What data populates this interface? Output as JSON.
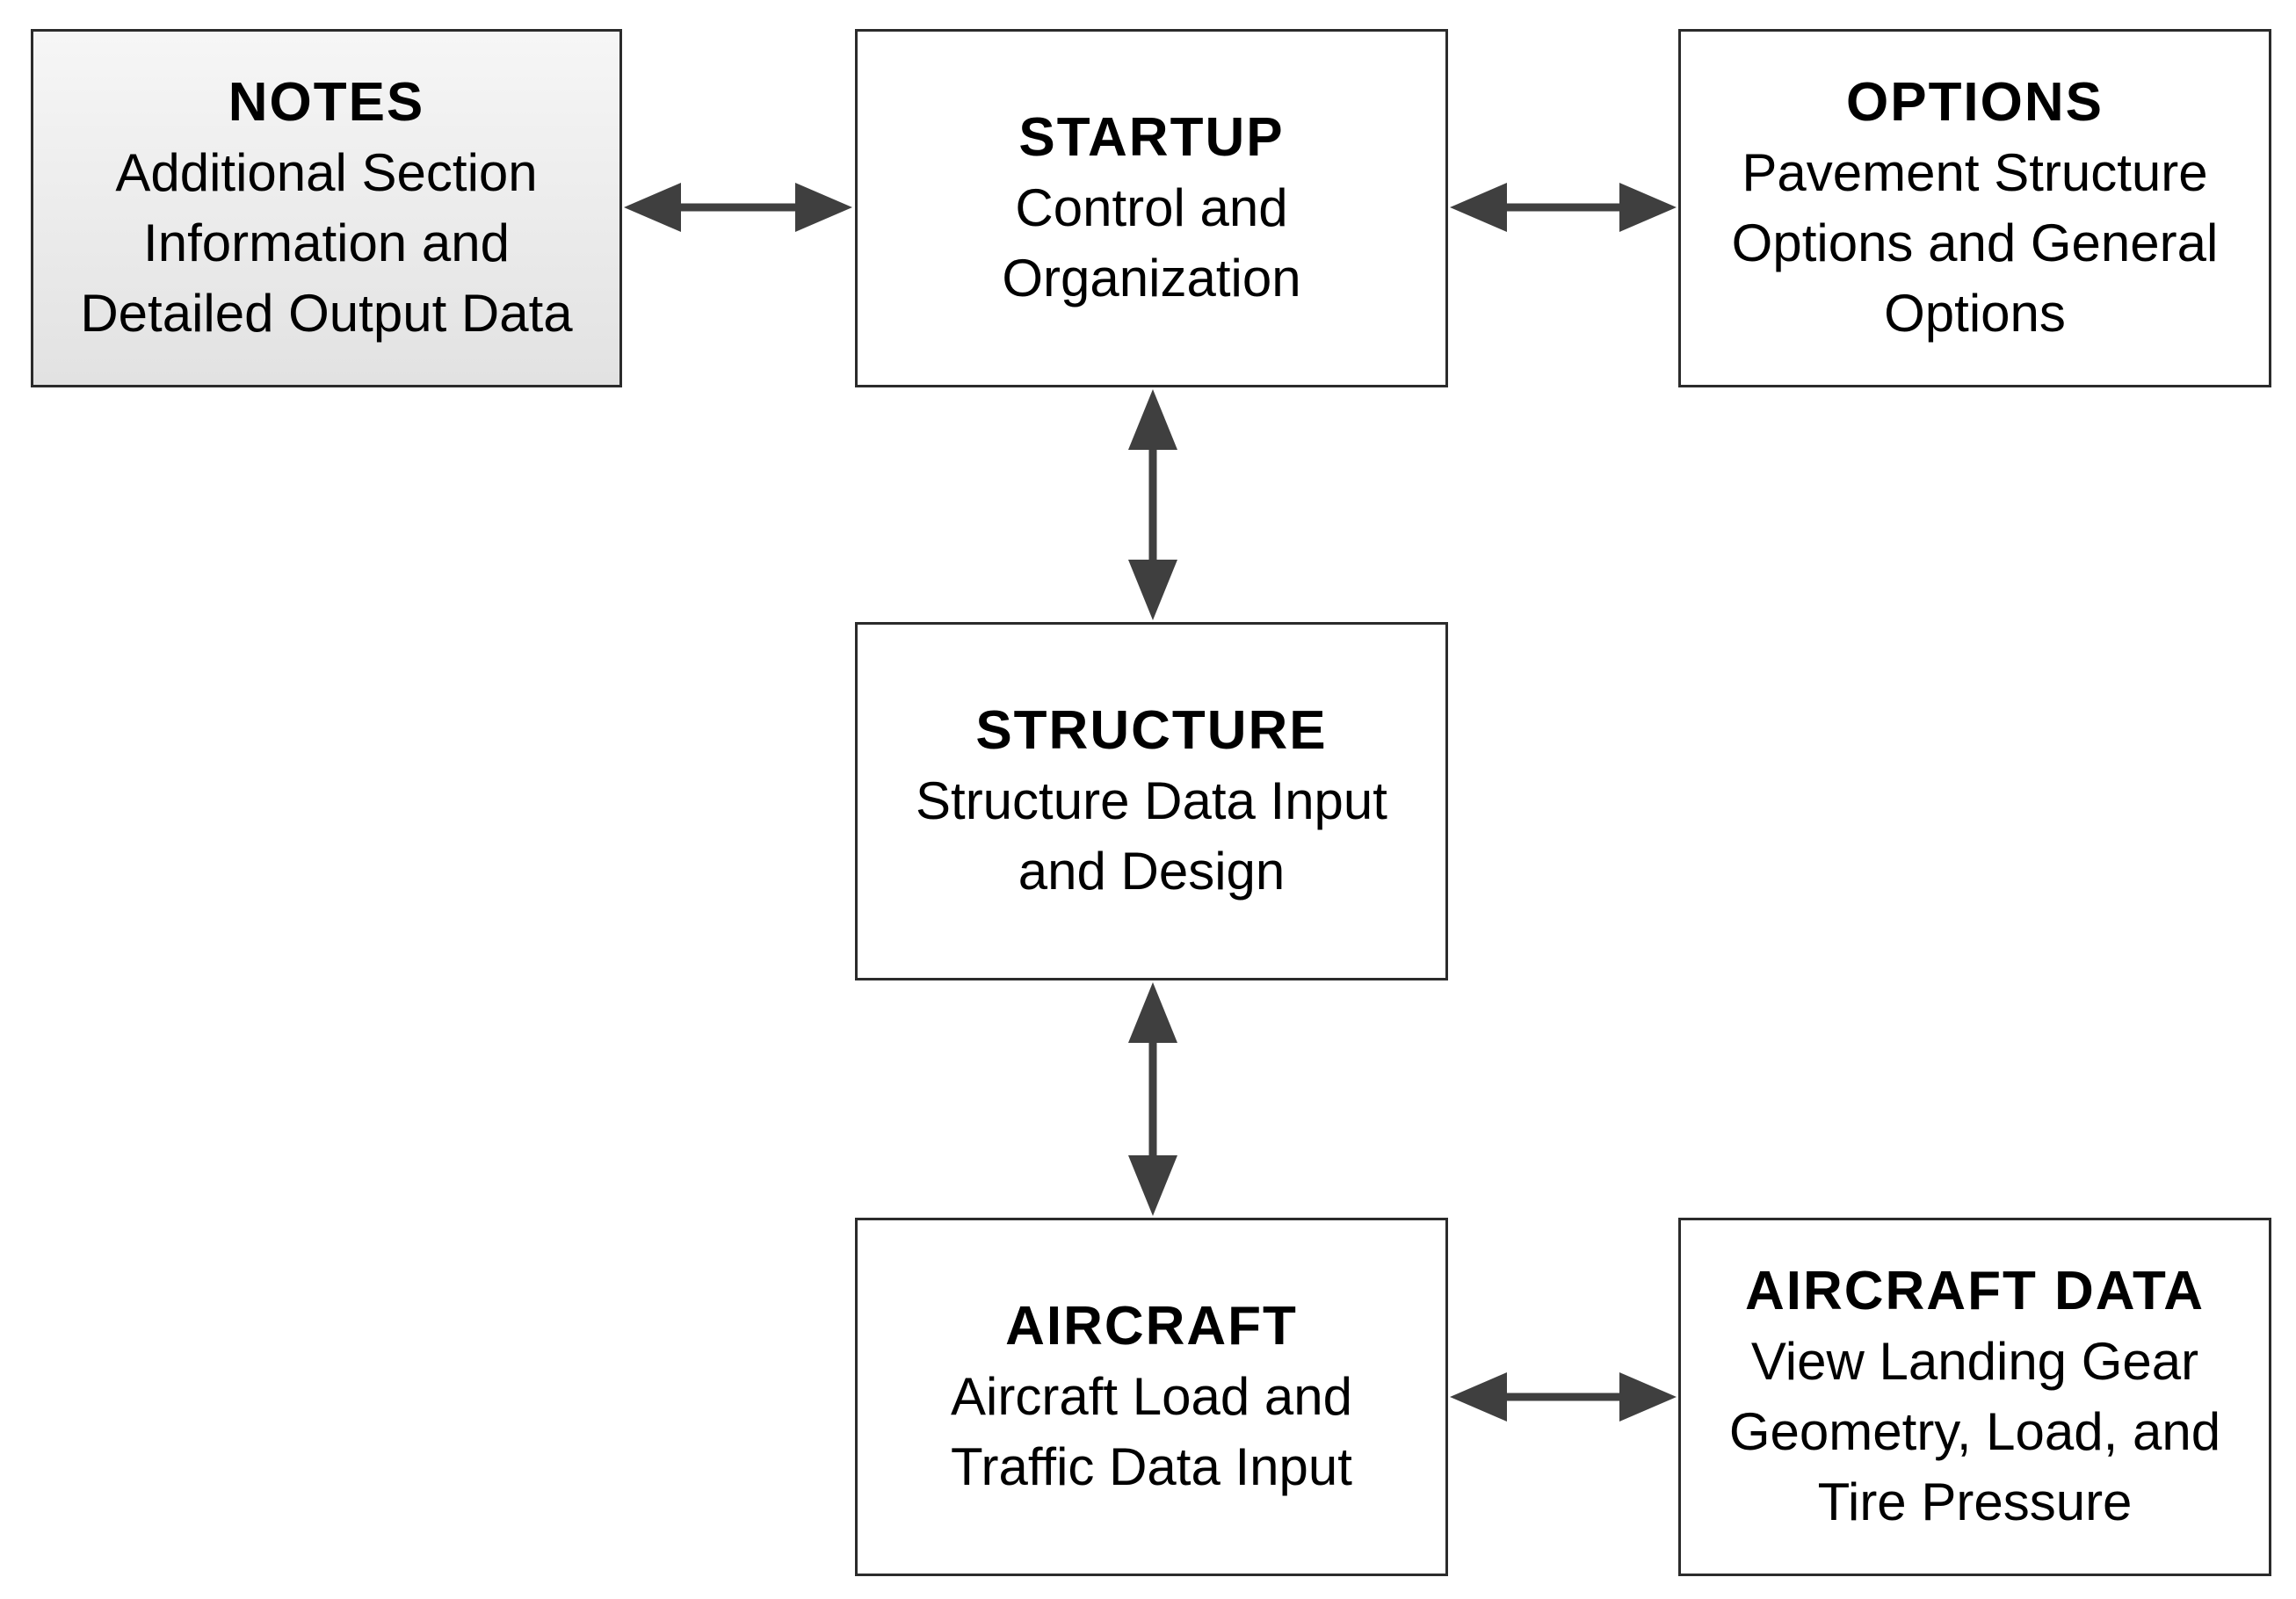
{
  "boxes": {
    "notes": {
      "title": "NOTES",
      "lines": [
        "Additional Section",
        "Information and",
        "Detailed Output Data"
      ]
    },
    "startup": {
      "title": "STARTUP",
      "lines": [
        "Control and",
        "Organization"
      ]
    },
    "options": {
      "title": "OPTIONS",
      "lines": [
        "Pavement Structure",
        "Options and General",
        "Options"
      ]
    },
    "structure": {
      "title": "STRUCTURE",
      "lines": [
        "Structure Data Input",
        "and Design"
      ]
    },
    "aircraft": {
      "title": "AIRCRAFT",
      "lines": [
        "Aircraft Load and",
        "Traffic Data Input"
      ]
    },
    "aircraft_data": {
      "title": "AIRCRAFT DATA",
      "lines": [
        "View Landing Gear",
        "Geometry, Load, and",
        "Tire Pressure"
      ]
    }
  },
  "connections": [
    {
      "from": "NOTES",
      "to": "STARTUP",
      "direction": "bidirectional"
    },
    {
      "from": "STARTUP",
      "to": "OPTIONS",
      "direction": "bidirectional"
    },
    {
      "from": "STARTUP",
      "to": "STRUCTURE",
      "direction": "bidirectional"
    },
    {
      "from": "STRUCTURE",
      "to": "AIRCRAFT",
      "direction": "bidirectional"
    },
    {
      "from": "AIRCRAFT",
      "to": "AIRCRAFT DATA",
      "direction": "bidirectional"
    }
  ],
  "colors": {
    "border": "#2b2b2b",
    "arrow": "#3f3f3f",
    "text": "#000000",
    "notes_fill_top": "#f6f6f6",
    "notes_fill_bottom": "#e2e2e2"
  }
}
